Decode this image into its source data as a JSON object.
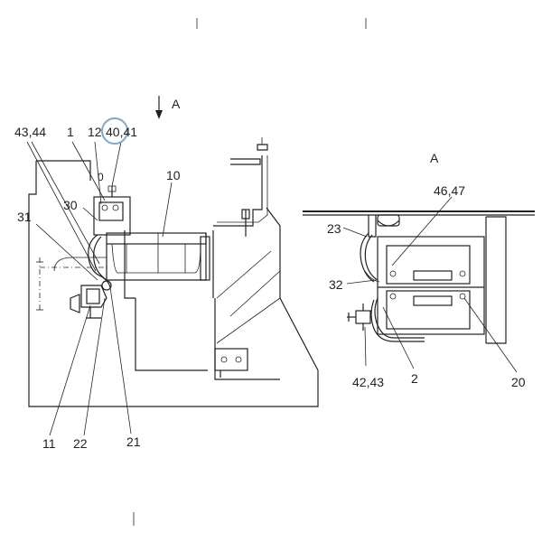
{
  "view_title": "A",
  "view_arrow_label": "A",
  "highlight_color": "#7fa7c8",
  "labels": {
    "l_43_44": "43,44",
    "l_1": "1",
    "l_12": "12",
    "l_40_41": "40,41",
    "l_0": "0",
    "l_10": "10",
    "l_30": "30",
    "l_31": "31",
    "l_11": "11",
    "l_22": "22",
    "l_21": "21",
    "l_46_47": "46,47",
    "l_23": "23",
    "l_32": "32",
    "l_42_43": "42,43",
    "l_2": "2",
    "l_20": "20"
  }
}
